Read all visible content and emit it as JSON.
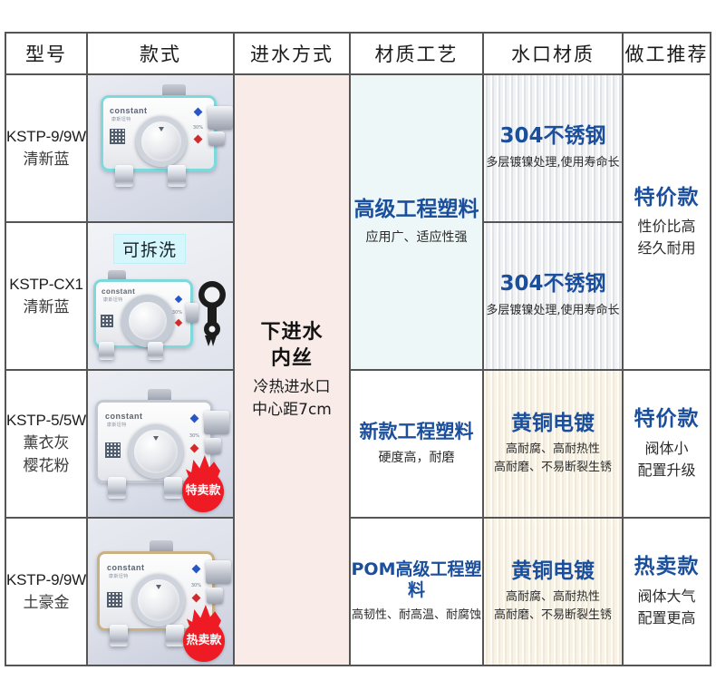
{
  "table": {
    "headers": [
      {
        "label": "型号",
        "name": "model"
      },
      {
        "label": "款式",
        "name": "style"
      },
      {
        "label": "进水方式",
        "name": "inlet"
      },
      {
        "label": "材质工艺",
        "name": "material"
      },
      {
        "label": "水口材质",
        "name": "port-material"
      },
      {
        "label": "做工推荐",
        "name": "recommendation"
      }
    ],
    "rows": [
      {
        "model_code": "KSTP-9/9W",
        "model_color": "清新蓝",
        "photo": {
          "valve_color": "cyan",
          "brand": "constant",
          "brand_sub": "康斯坦特",
          "percent": "30%",
          "badge": null
        }
      },
      {
        "model_code": "KSTP-CX1",
        "model_color": "清新蓝",
        "photo": {
          "valve_color": "cyan",
          "brand": "constant",
          "brand_sub": "康斯坦特",
          "percent": "30%",
          "badge": "可拆洗",
          "badge_type": "washable",
          "tool": "wrench-tool"
        }
      },
      {
        "model_code": "KSTP-5/5W",
        "model_color": "薰衣灰",
        "model_color2": "樱花粉",
        "photo": {
          "valve_color": "grey",
          "brand": "constant",
          "brand_sub": "康斯坦特",
          "percent": "30%",
          "badge": "特卖款",
          "badge_type": "flame"
        }
      },
      {
        "model_code": "KSTP-9/9W",
        "model_color": "土豪金",
        "photo": {
          "valve_color": "gold",
          "brand": "constant",
          "brand_sub": "康斯坦特",
          "percent": "30%",
          "badge": "热卖款",
          "badge_type": "flame"
        }
      }
    ],
    "inlet": {
      "line1": "下进水",
      "line2": "内丝",
      "line3": "冷热进水口",
      "line4": "中心距7cm"
    },
    "materials": [
      {
        "title": "高级工程塑料",
        "sub": "应用广、适应性强",
        "rowspan": 2
      },
      {
        "title": "新款工程塑料",
        "sub": "硬度高，耐磨",
        "rowspan": 1
      },
      {
        "title": "POM高级工程塑料",
        "sub": "高韧性、耐高温、耐腐蚀",
        "rowspan": 1
      }
    ],
    "ports": [
      {
        "title": "304不锈钢",
        "sub1": "多层镀镍处理,使用寿命长",
        "sub2": "",
        "finish": "steel"
      },
      {
        "title": "304不锈钢",
        "sub1": "多层镀镍处理,使用寿命长",
        "sub2": "",
        "finish": "steel"
      },
      {
        "title": "黄铜电镀",
        "sub1": "高耐腐、高耐热性",
        "sub2": "高耐磨、不易断裂生锈",
        "finish": "brass"
      },
      {
        "title": "黄铜电镀",
        "sub1": "高耐腐、高耐热性",
        "sub2": "高耐磨、不易断裂生锈",
        "finish": "brass"
      }
    ],
    "recommendations": [
      {
        "title": "特价款",
        "sub1": "性价比高",
        "sub2": "经久耐用",
        "rowspan": 2
      },
      {
        "title": "特价款",
        "sub1": "阀体小",
        "sub2": "配置升级",
        "rowspan": 1
      },
      {
        "title": "热卖款",
        "sub1": "阀体大气",
        "sub2": "配置更高",
        "rowspan": 1
      }
    ]
  },
  "colors": {
    "accent_blue": "#1b4f9c",
    "badge_red": "#ee1b24",
    "cyan_border": "#7fd9dc",
    "gold_border": "#c9b184",
    "inlet_bg": "#f8ebe8",
    "material_bg": "#edf7f7",
    "brass_bg": "#f7f2e5"
  }
}
